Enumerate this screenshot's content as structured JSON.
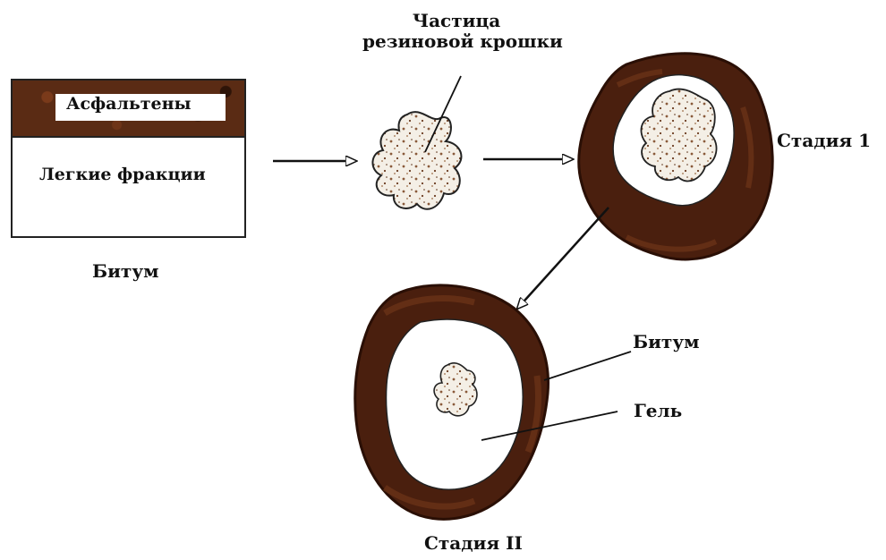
{
  "diagram": {
    "bitumen_box": {
      "top_label": "Асфальтены",
      "bottom_label": "Легкие фракции",
      "caption": "Битум"
    },
    "particle_label_line1": "Частица",
    "particle_label_line2": "резиновой крошки",
    "stage1_label": "Стадия 1",
    "stage2_label": "Стадия II",
    "stage2_callouts": {
      "outer": "Битум",
      "inner": "Гель"
    },
    "colors": {
      "bitumen_brown": "#4a1f0e",
      "bitumen_dark": "#2a0f05",
      "rubber_speckle": "#7a4a2a",
      "line": "#111111"
    }
  }
}
